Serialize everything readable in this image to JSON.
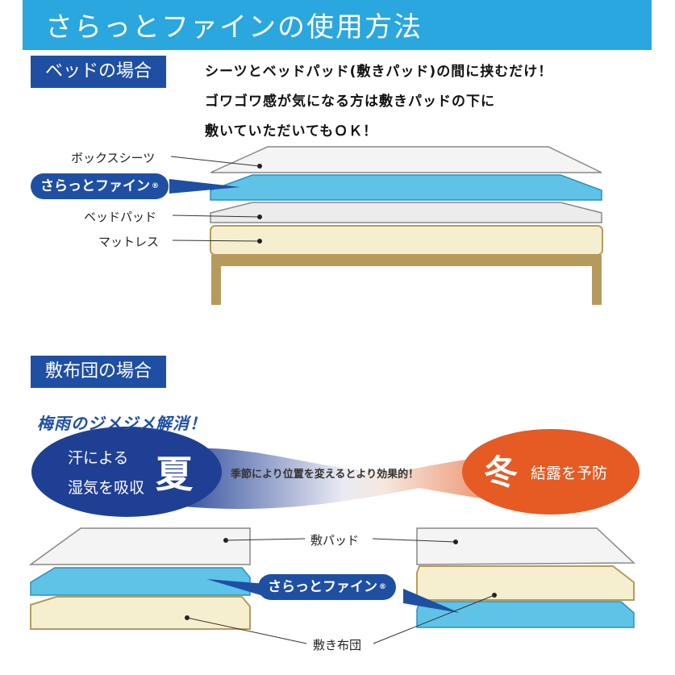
{
  "header": {
    "title": "さらっとファインの使用方法"
  },
  "bed": {
    "section_label": "ベッドの場合",
    "instructions": [
      "シーツとベッドパッド(敷きパッド)の間に挟むだけ！",
      "ゴワゴワ感が気になる方は敷きパッドの下に",
      "敷いていただいてもＯＫ！"
    ],
    "layers": {
      "box_sheet": "ボックスシーツ",
      "product": "さらっとファイン",
      "bed_pad": "ベッドパッド",
      "mattress": "マットレス"
    }
  },
  "futon": {
    "section_label": "敷布団の場合",
    "tagline": "梅雨のジメジメ解消！",
    "summer": {
      "line1": "汗による",
      "line2": "湿気を吸収",
      "season": "夏"
    },
    "middle_text": "季節により位置を変えるとより効果的！",
    "winter": {
      "season": "冬",
      "text": "結露を予防"
    },
    "layers": {
      "pad": "敷パッド",
      "product": "さらっとファイン",
      "futon": "敷き布団"
    }
  },
  "registered_mark": "®",
  "colors": {
    "header": "#29a7de",
    "label_navy": "#1f4fa3",
    "product_blue": "#5fc3e8",
    "mattress_cream": "#f6efcf",
    "frame_gold": "#b79a5b",
    "winter_orange": "#e65a24"
  }
}
